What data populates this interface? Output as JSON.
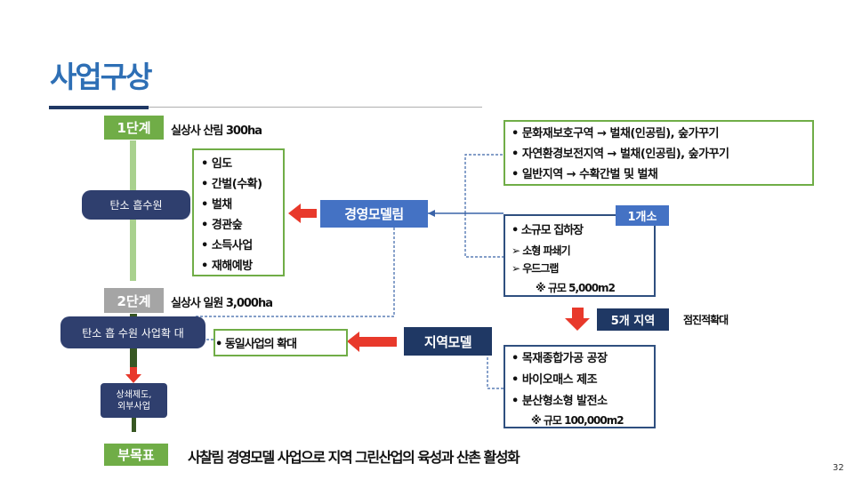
{
  "page": {
    "title": "사업구상",
    "number": "32"
  },
  "stages": {
    "stage1": {
      "label": "1단계",
      "desc": "실상사 산림 300ha",
      "pill": "탄소 흡수원"
    },
    "stage2": {
      "label": "2단계",
      "desc": "실상사 일원 3,000ha",
      "pill": "탄소 흡 수원 사업확 대"
    },
    "sub": {
      "line1": "상쇄제도,",
      "line2": "외부사업"
    },
    "goal": {
      "label": "부목표",
      "text": "사찰림 경영모델 사업으로 지역 그린산업의 육성과 산촌 활성화"
    }
  },
  "activities": {
    "items": [
      "• 임도",
      "• 간벌(수확)",
      "• 벌채",
      "• 경관숲",
      "• 소득사업",
      "• 재해예방"
    ]
  },
  "management_model": {
    "label": "경영모델림"
  },
  "forest_types": {
    "items": [
      "• 문화재보호구역 → 벌채(인공림), 숲가꾸기",
      "• 자연환경보전지역 → 벌채(인공림), 숲가꾸기",
      "• 일반지역 → 수확간벌 및 벌채"
    ]
  },
  "small_plant": {
    "badge": "1개소",
    "title": "• 소규모 집하장",
    "item1": "➢  소형 파쇄기",
    "item2": "➢  우드그랩",
    "scale": "※  규모 5,000m2"
  },
  "expansion": {
    "badge": "5개 지역",
    "note": "점진적확대"
  },
  "regional_model": {
    "label": "지역모델"
  },
  "same_business": {
    "text": "• 동일사업의 확대"
  },
  "large_plant": {
    "items": [
      "• 목재종합가공 공장",
      "• 바이오매스 제조",
      "• 분산형소형 발전소"
    ],
    "scale": "※  규모 100,000m2"
  },
  "colors": {
    "title": "#2e6fb5",
    "green": "#70ad47",
    "navy": "#2f3f6e",
    "red": "#e8392b",
    "blue_tag": "#4472c4"
  }
}
